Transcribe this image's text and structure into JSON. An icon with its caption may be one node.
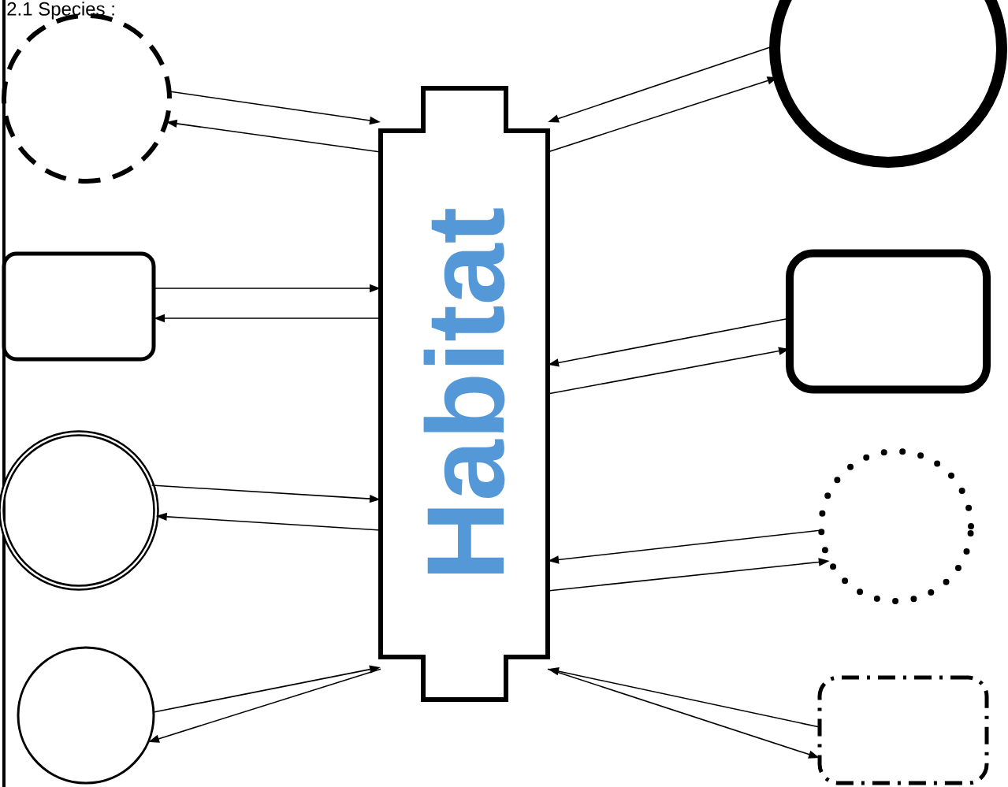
{
  "diagram": {
    "nodes": [
      {
        "text": [
          "Habitat"
        ]
      },
      {
        "text": [],
        "shape": "circle"
      },
      {
        "text": [],
        "shape": "box"
      },
      {
        "text": [],
        "shape": "circle"
      },
      {
        "text": [],
        "shape": "circle"
      },
      {
        "text": [],
        "shape": "circle"
      },
      {
        "text": [],
        "shape": "box"
      },
      {
        "text": [],
        "shape": "circle"
      },
      {
        "text": [],
        "shape": "box"
      }
    ],
    "edges": [
      {
        "from": 1,
        "to": 0,
        "arrow": "to"
      },
      {
        "from": 0,
        "to": 1,
        "arrow": "to"
      },
      {
        "from": 2,
        "to": 0,
        "arrow": "to"
      },
      {
        "from": 0,
        "to": 2,
        "arrow": "to"
      },
      {
        "from": 3,
        "to": 0,
        "arrow": "to"
      },
      {
        "from": 0,
        "to": 3,
        "arrow": "to"
      },
      {
        "from": 4,
        "to": 0,
        "arrow": "to"
      },
      {
        "from": 0,
        "to": 4,
        "arrow": "to"
      },
      {
        "from": 5,
        "to": 0,
        "arrow": "to"
      },
      {
        "from": 0,
        "to": 5,
        "arrow": "to"
      },
      {
        "from": 6,
        "to": 0,
        "arrow": "to"
      },
      {
        "from": 0,
        "to": 6,
        "arrow": "to"
      },
      {
        "from": 7,
        "to": 0,
        "arrow": "to"
      },
      {
        "from": 0,
        "to": 7,
        "arrow": "to"
      },
      {
        "from": 8,
        "to": 0,
        "arrow": "to"
      },
      {
        "from": 0,
        "to": 8,
        "arrow": "to"
      }
    ],
    "labels": [
      "2.1 Species :"
    ]
  }
}
